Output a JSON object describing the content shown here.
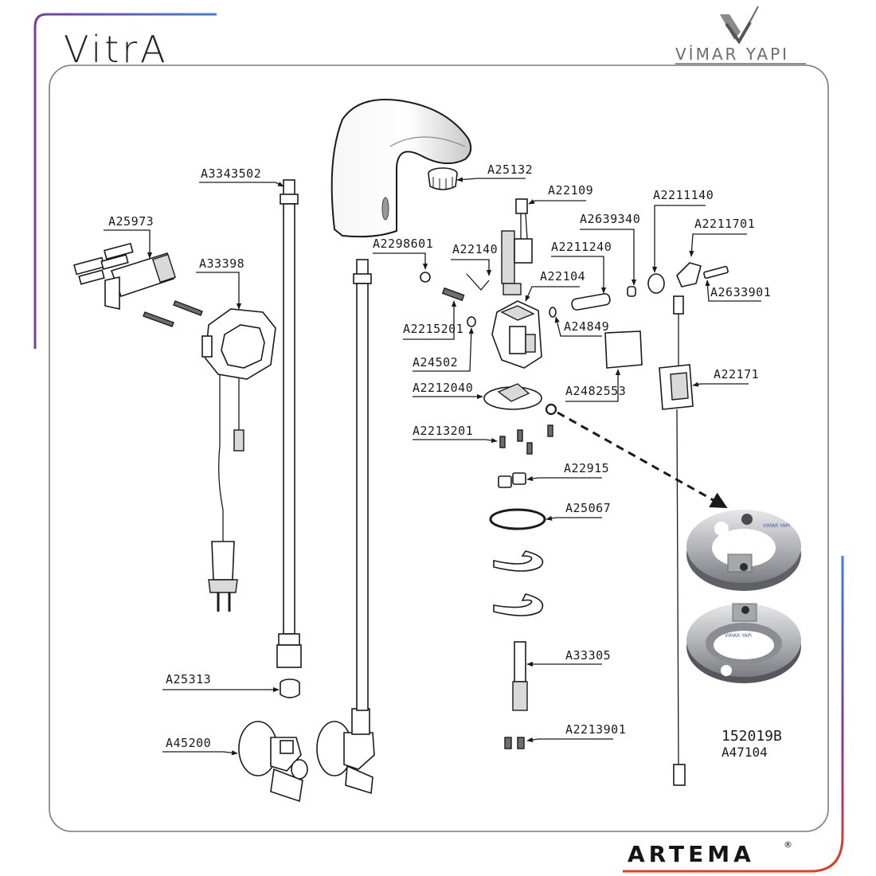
{
  "brand": {
    "left_logo": "VitrA",
    "right_logo": "VİMAR YAPI",
    "bottom_logo": "ARTEMA",
    "registered": "®"
  },
  "parts": [
    {
      "id": "p01",
      "code": "A3343502"
    },
    {
      "id": "p02",
      "code": "A25973"
    },
    {
      "id": "p03",
      "code": "A33398"
    },
    {
      "id": "p04",
      "code": "A25132"
    },
    {
      "id": "p05",
      "code": "A22109"
    },
    {
      "id": "p06",
      "code": "A2211140"
    },
    {
      "id": "p07",
      "code": "A2639340"
    },
    {
      "id": "p08",
      "code": "A2211701"
    },
    {
      "id": "p09",
      "code": "A2298601"
    },
    {
      "id": "p10",
      "code": "A22140"
    },
    {
      "id": "p11",
      "code": "A2211240"
    },
    {
      "id": "p12",
      "code": "A22104"
    },
    {
      "id": "p13",
      "code": "A2633901"
    },
    {
      "id": "p14",
      "code": "A2215201"
    },
    {
      "id": "p15",
      "code": "A24849"
    },
    {
      "id": "p16",
      "code": "A24502"
    },
    {
      "id": "p17",
      "code": "A22171"
    },
    {
      "id": "p18",
      "code": "A2212040"
    },
    {
      "id": "p19",
      "code": "A2482553"
    },
    {
      "id": "p20",
      "code": "A2213201"
    },
    {
      "id": "p21",
      "code": "A22915"
    },
    {
      "id": "p22",
      "code": "A25067"
    },
    {
      "id": "p23",
      "code": "A33305"
    },
    {
      "id": "p24",
      "code": "A25313"
    },
    {
      "id": "p25",
      "code": "A45200"
    },
    {
      "id": "p26",
      "code": "A2213901"
    }
  ],
  "model": {
    "code": "152019B",
    "subcode": "A47104"
  },
  "photo_marks": {
    "upper_ring": "VIMAR YAPI",
    "lower_ring": "VIMAR YAPI"
  },
  "colors": {
    "accent_purple": "#7b3fa0",
    "accent_blue": "#3d7fe0",
    "accent_orange": "#f39a1e",
    "accent_red": "#e0401f",
    "frame": "#7a7a7a"
  }
}
